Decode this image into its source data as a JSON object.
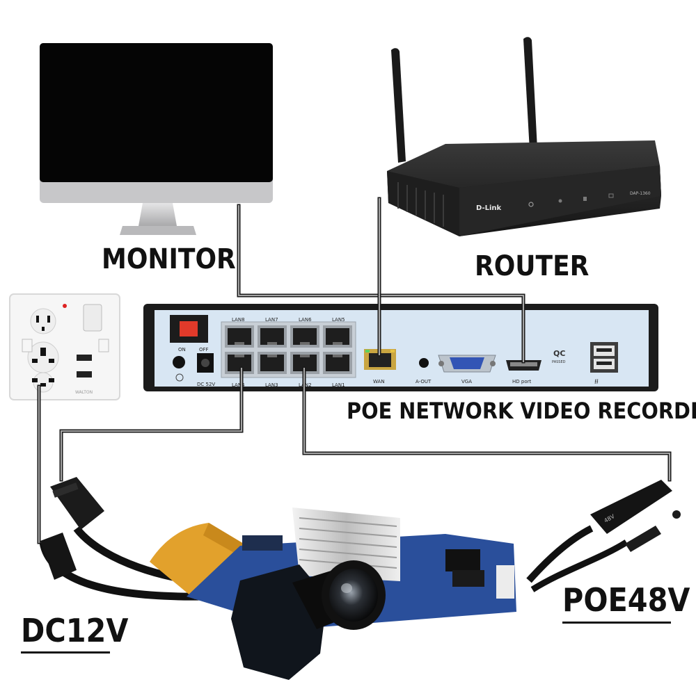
{
  "labels": {
    "monitor": "MONITOR",
    "router": "ROUTER",
    "nvr": "POE NETWORK VIDEO RECORDER",
    "dc": "DC12V",
    "poe": "POE48V"
  },
  "nvr_panel": {
    "switch_on": "ON",
    "switch_off": "OFF",
    "dc_in": "DC 52V",
    "lan_top": [
      "LAN8",
      "LAN7",
      "LAN6",
      "LAN5"
    ],
    "lan_bottom": [
      "LAN4",
      "LAN3",
      "LAN2",
      "LAN1"
    ],
    "wan": "WAN",
    "aout": "A-OUT",
    "vga": "VGA",
    "hd": "HD port",
    "qc_badge": "QC",
    "qc_sub": "PASSED"
  },
  "router_device": {
    "brand": "D-Link",
    "model": "DAP-1360"
  },
  "outlet": {
    "brand": "WALTON"
  },
  "poe_cable": {
    "marking": "48V"
  },
  "colors": {
    "nvr_face": "#d8e6f3",
    "nvr_case": "#1b1b1b",
    "router_body": "#232323",
    "monitor_stand": "#c9c9cb",
    "pcb_blue": "#2a4f9b",
    "flex_cable": "#e2a12c",
    "cable_gray": "#9c9c9c"
  }
}
